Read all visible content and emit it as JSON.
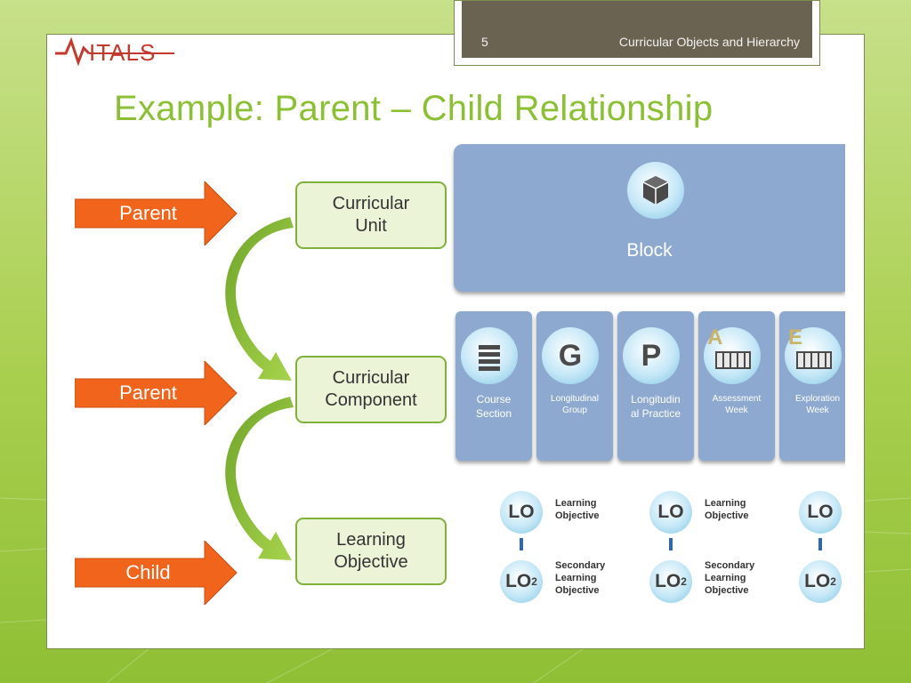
{
  "header": {
    "slide_number": "5",
    "topic": "Curricular Objects and Hierarchy"
  },
  "logo_text": "VITALS",
  "title": "Example: Parent – Child Relationship",
  "arrows": [
    {
      "label": "Parent"
    },
    {
      "label": "Parent"
    },
    {
      "label": "Child"
    }
  ],
  "nodes": [
    {
      "label": "Curricular\nUnit"
    },
    {
      "label": "Curricular\nComponent"
    },
    {
      "label": "Learning\nObjective"
    }
  ],
  "block": {
    "label": "Block",
    "icon": "cube-icon"
  },
  "components": [
    {
      "label": "Course\nSection",
      "icon": "list-icon"
    },
    {
      "label": "Longitudinal\nGroup",
      "icon": "letter-g-icon",
      "letter": "G"
    },
    {
      "label": "Longitudin\nal Practice",
      "icon": "letter-p-icon",
      "letter": "P"
    },
    {
      "label": "Assessment\nWeek",
      "icon": "calendar-a-icon",
      "letter": "A"
    },
    {
      "label": "Exploration\nWeek",
      "icon": "calendar-e-icon",
      "letter": "E"
    }
  ],
  "objectives": [
    {
      "primary_icon": "LO",
      "primary_label": "Learning\nObjective",
      "secondary_icon": "LO",
      "secondary_sup": "2",
      "secondary_label": "Secondary\nLearning\nObjective"
    },
    {
      "primary_icon": "LO",
      "primary_label": "Learning\nObjective",
      "secondary_icon": "LO",
      "secondary_sup": "2",
      "secondary_label": "Secondary\nLearning\nObjective"
    },
    {
      "primary_icon": "LO",
      "primary_label": "",
      "secondary_icon": "LO",
      "secondary_sup": "2",
      "secondary_label": ""
    }
  ],
  "colors": {
    "accent_green": "#8bc034",
    "arrow_orange": "#f0641c",
    "tile_blue": "#8ea9d0",
    "header_bg": "#6b6352"
  }
}
